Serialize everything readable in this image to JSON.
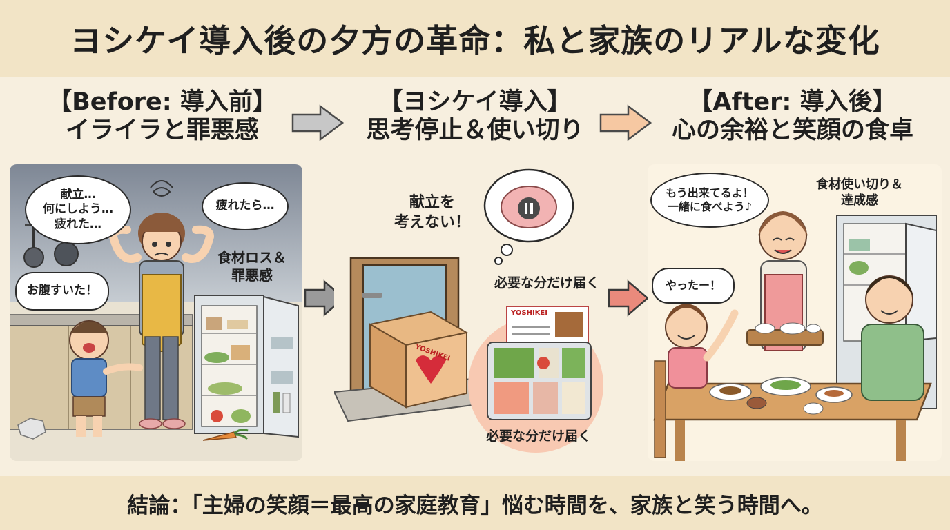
{
  "title": "ヨシケイ導入後の夕方の革命：私と家族のリアルな変化",
  "stages": [
    {
      "line1": "【Before: 導入前】",
      "line2": "イライラと罪悪感"
    },
    {
      "line1": "【ヨシケイ導入】",
      "line2": "思考停止＆使い切り"
    },
    {
      "line1": "【After: 導入後】",
      "line2": "心の余裕と笑顔の食卓"
    }
  ],
  "before": {
    "mom_thought": "献立…\n何にしよう…\n疲れた…",
    "tired_thought": "疲れたら…",
    "child_speech": "お腹すいた！",
    "food_loss": "食材ロス＆\n罪悪感"
  },
  "during": {
    "no_menu": "献立を\n考えない！",
    "delivery_top": "必要な分だけ届く",
    "delivery_bottom": "必要な分だけ届く",
    "box_brand": "YOSHIKEI",
    "menu_brand": "YOSHIKEI"
  },
  "after": {
    "mom_speech": "もう出来てるよ！\n一緒に食べよう♪",
    "child_speech": "やったー！",
    "achievement": "食材使い切り＆\n達成感"
  },
  "conclusion": "結論：「主婦の笑顔＝最高の家庭教育」悩む時間を、家族と笑う時間へ。",
  "colors": {
    "band": "#f2e4c6",
    "background": "#f7efdf",
    "arrow_gray": "#bfbfbf",
    "arrow_peach": "#f4b48a",
    "arrow_red": "#ea8a7c"
  }
}
